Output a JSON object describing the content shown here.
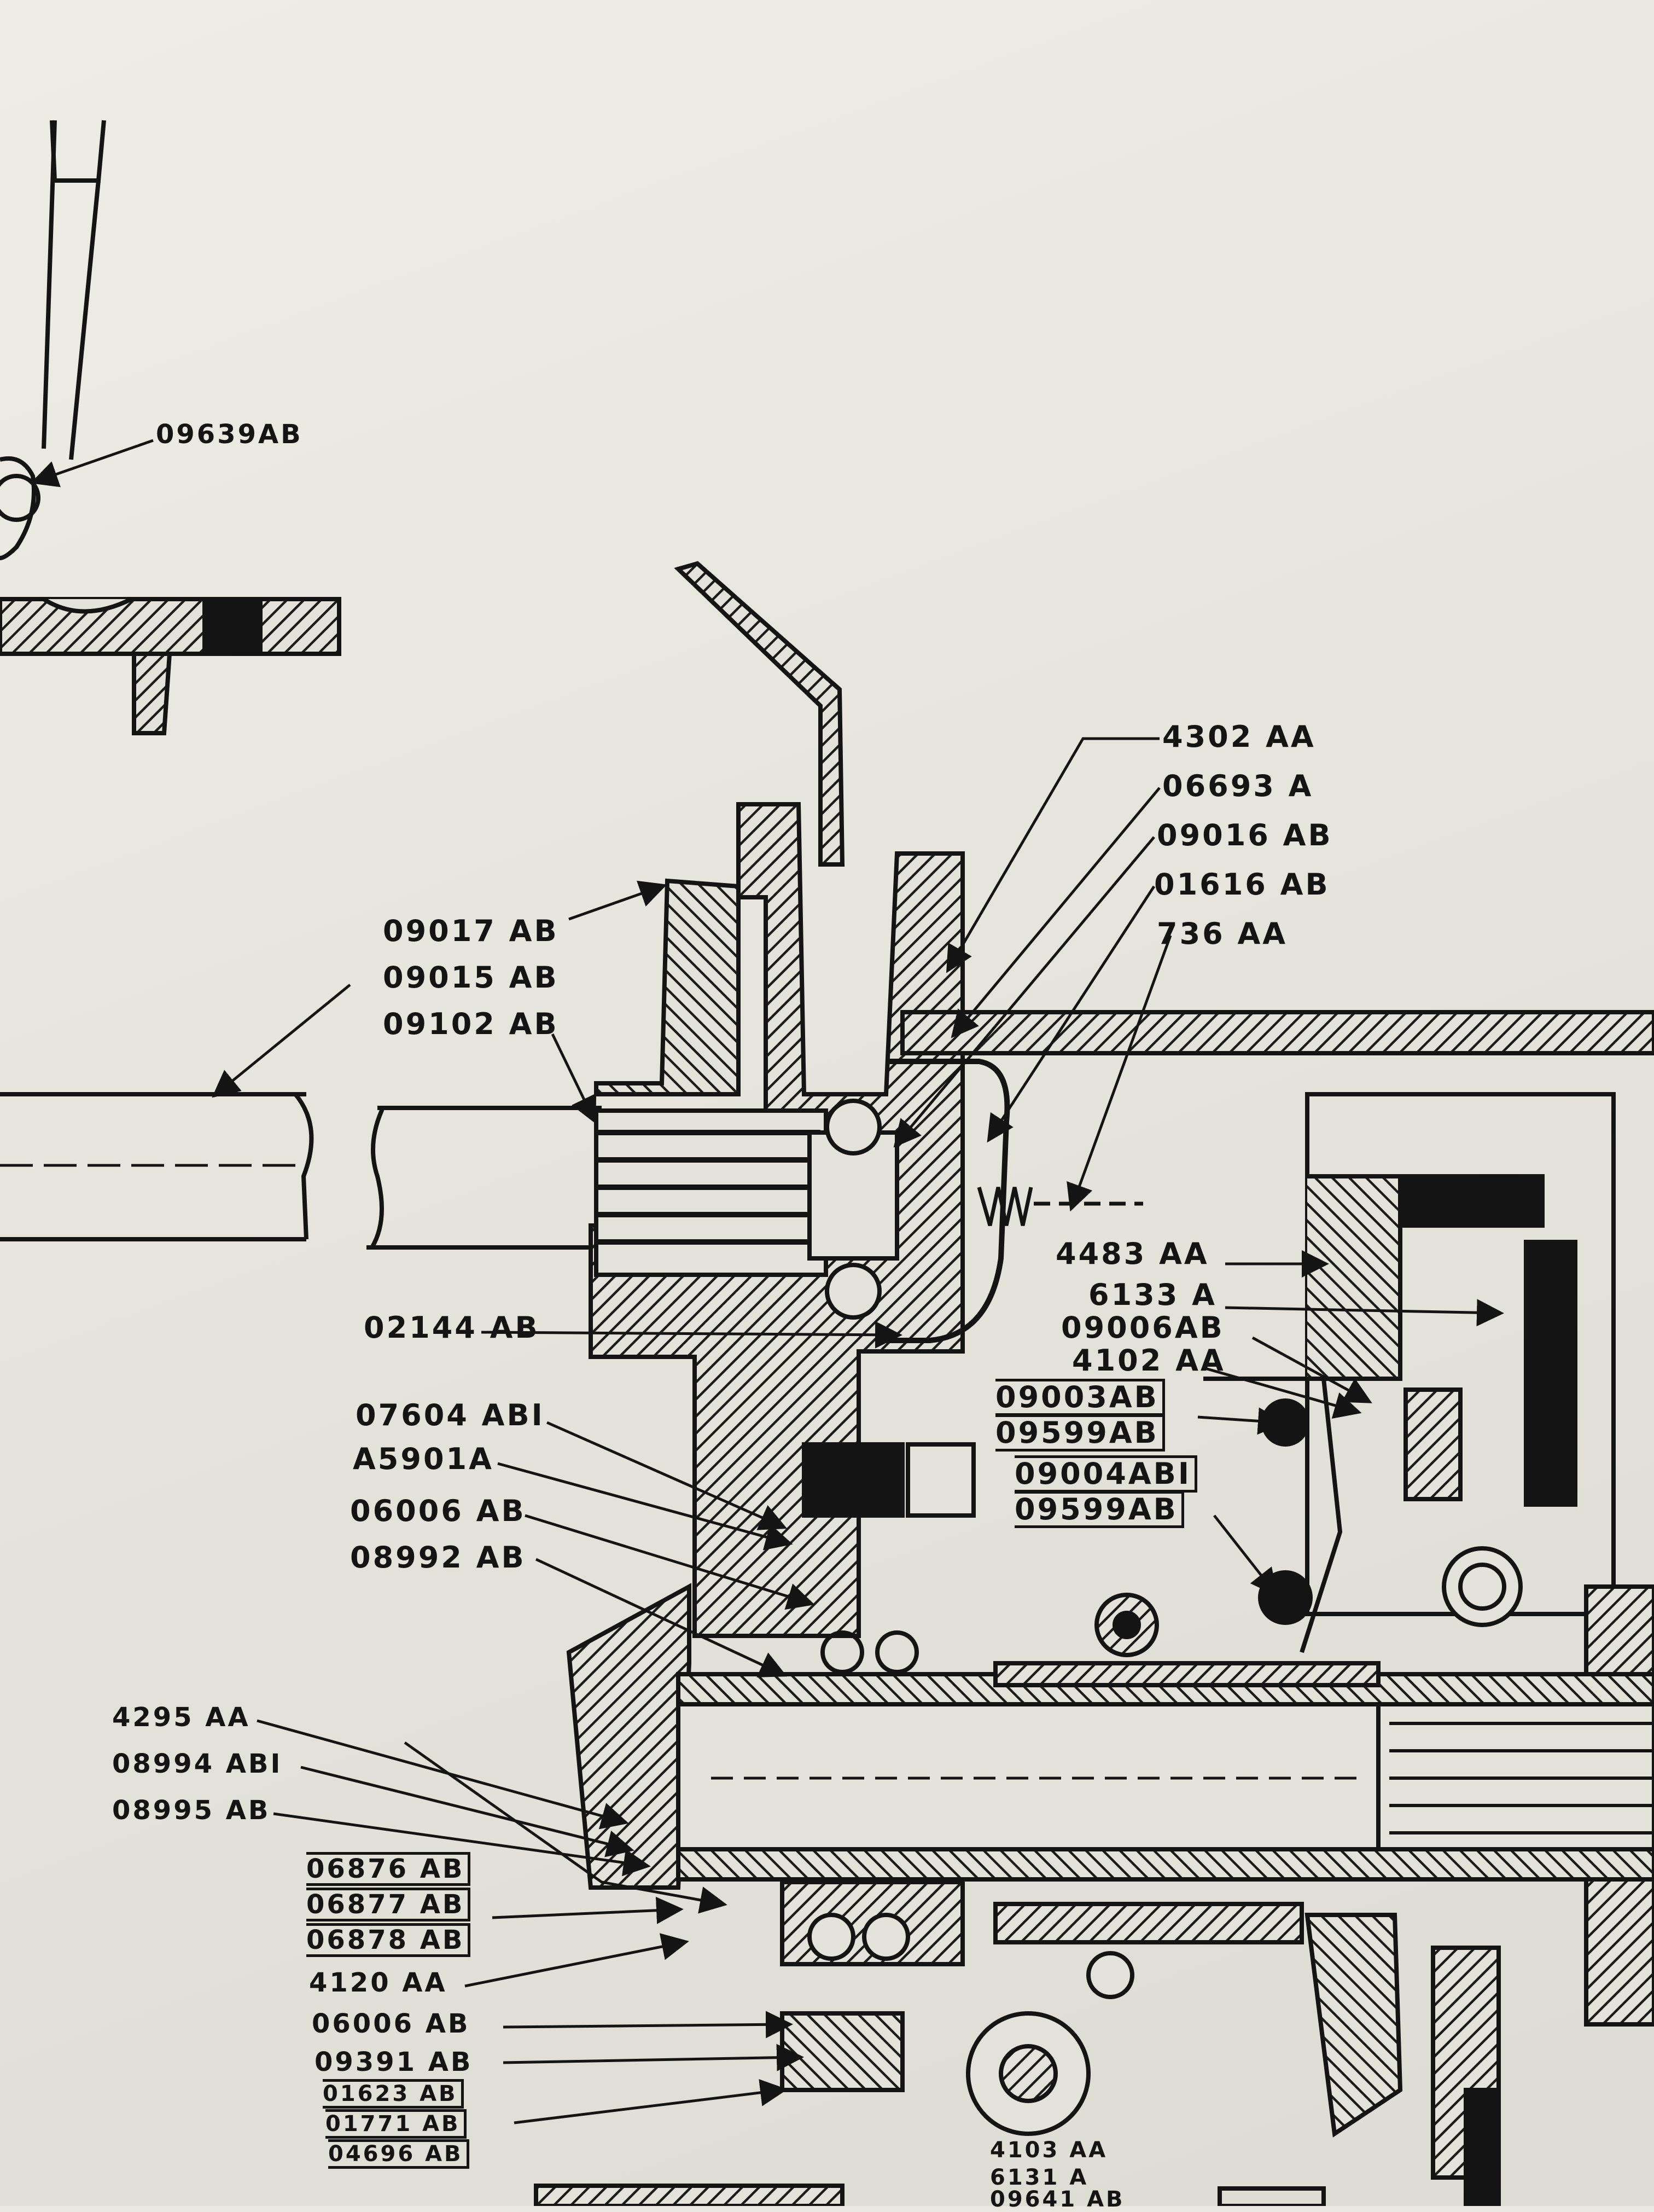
{
  "colors": {
    "paper": "#e9e8df",
    "ink": "#141414",
    "hatch": "#1b1b1b"
  },
  "labels": {
    "l_09639": "09639AB",
    "l_4302": "4302 AA",
    "l_06693": "06693 A",
    "l_09016": "09016 AB",
    "l_01616": "01616 AB",
    "l_736": "736 AA",
    "l_09017": "09017 AB",
    "l_09015": "09015 AB",
    "l_09102": "09102 AB",
    "l_4483": "4483 AA",
    "l_6133": "6133 A",
    "l_09006": "09006AB",
    "l_4102": "4102 AA",
    "l_09003": "09003AB",
    "l_09599a": "09599AB",
    "l_09004": "09004ABI",
    "l_09599b": "09599AB",
    "l_02144": "02144 AB",
    "l_07604": "07604 ABI",
    "l_a5901": "A5901A",
    "l_06006a": "06006 AB",
    "l_08992": "08992 AB",
    "l_4295": "4295 AA",
    "l_08994": "08994 ABI",
    "l_08995": "08995 AB",
    "l_06876": "06876 AB",
    "l_06877": "06877 AB",
    "l_06878": "06878 AB",
    "l_4120": "4120 AA",
    "l_06006b": "06006 AB",
    "l_09391": "09391 AB",
    "l_01623": "01623 AB",
    "l_01771": "01771 AB",
    "l_04696": "04696 AB",
    "l_4103": "4103 AA",
    "l_6131": "6131 A",
    "l_09641": "09641 AB"
  }
}
